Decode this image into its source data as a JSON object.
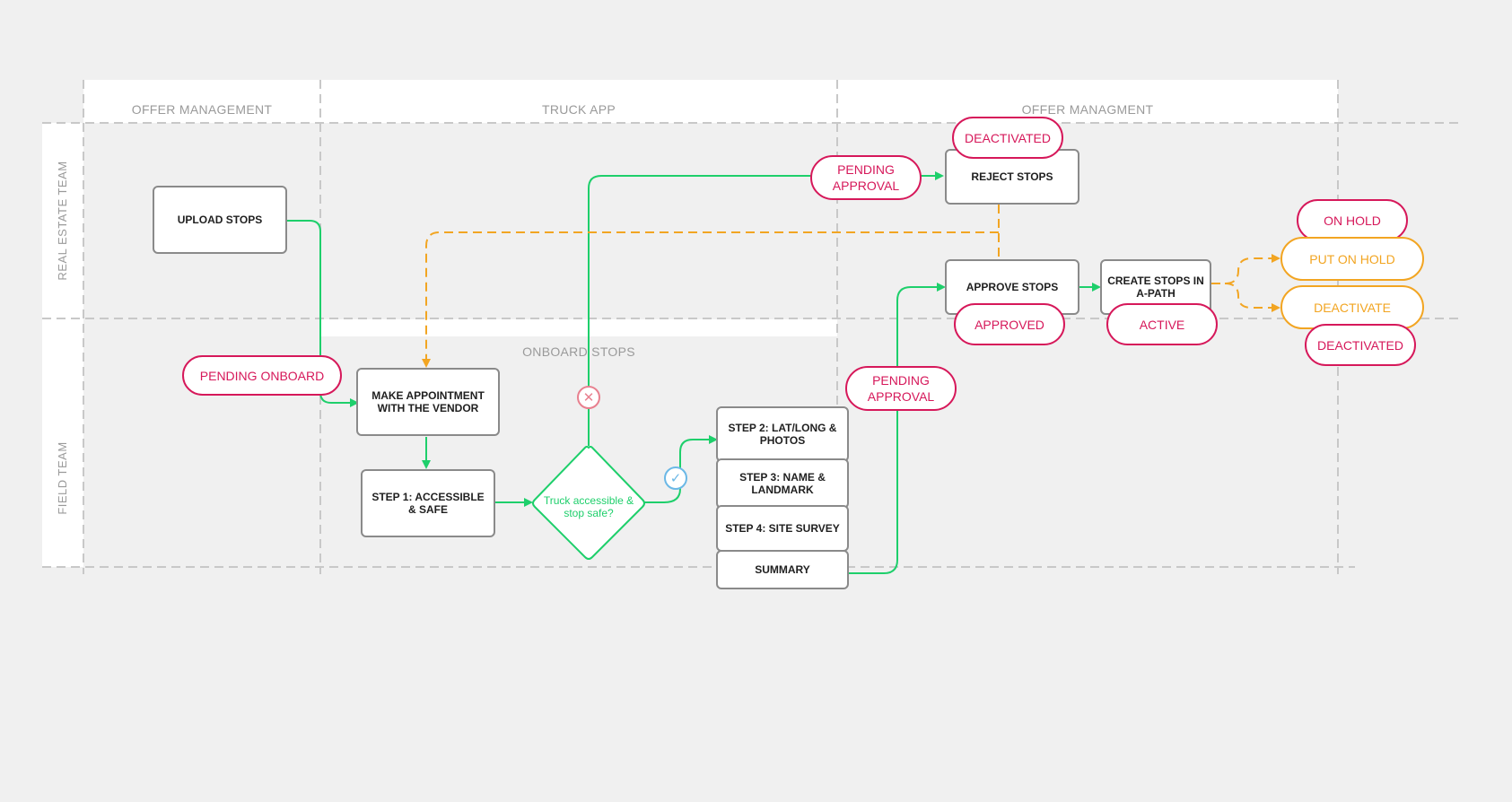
{
  "columns": [
    "OFFER MANAGEMENT",
    "TRUCK APP",
    "OFFER MANAGMENT"
  ],
  "rows": [
    "REAL ESTATE TEAM",
    "FIELD TEAM"
  ],
  "section_label": "ONBOARD STOPS",
  "boxes": {
    "upload_stops": "UPLOAD STOPS",
    "make_appointment": "MAKE APPOINTMENT WITH THE VENDOR",
    "step1": "STEP 1: ACCESSIBLE & SAFE",
    "step2": "STEP 2: LAT/LONG & PHOTOS",
    "step3": "STEP 3: NAME & LANDMARK",
    "step4": "STEP 4: SITE SURVEY",
    "summary": "SUMMARY",
    "reject_stops": "REJECT STOPS",
    "approve_stops": "APPROVE STOPS",
    "create_stops": "CREATE STOPS IN A-PATH"
  },
  "decision": "Truck accessible & stop safe?",
  "pills": {
    "pending_onboard": "PENDING ONBOARD",
    "pending_approval_top": "PENDING APPROVAL",
    "pending_approval_bottom": "PENDING APPROVAL",
    "deactivated_reject": "DEACTIVATED",
    "approved": "APPROVED",
    "active": "ACTIVE",
    "on_hold": "ON HOLD",
    "put_on_hold": "PUT ON HOLD",
    "deactivate": "DEACTIVATE",
    "deactivated_final": "DEACTIVATED"
  },
  "icons": {
    "reject": "x-circle-icon",
    "accept": "check-circle-icon"
  },
  "colors": {
    "green": "#1ecf6b",
    "orange": "#f2a522",
    "pink": "#d6185a",
    "grid": "#c8c8c8"
  }
}
